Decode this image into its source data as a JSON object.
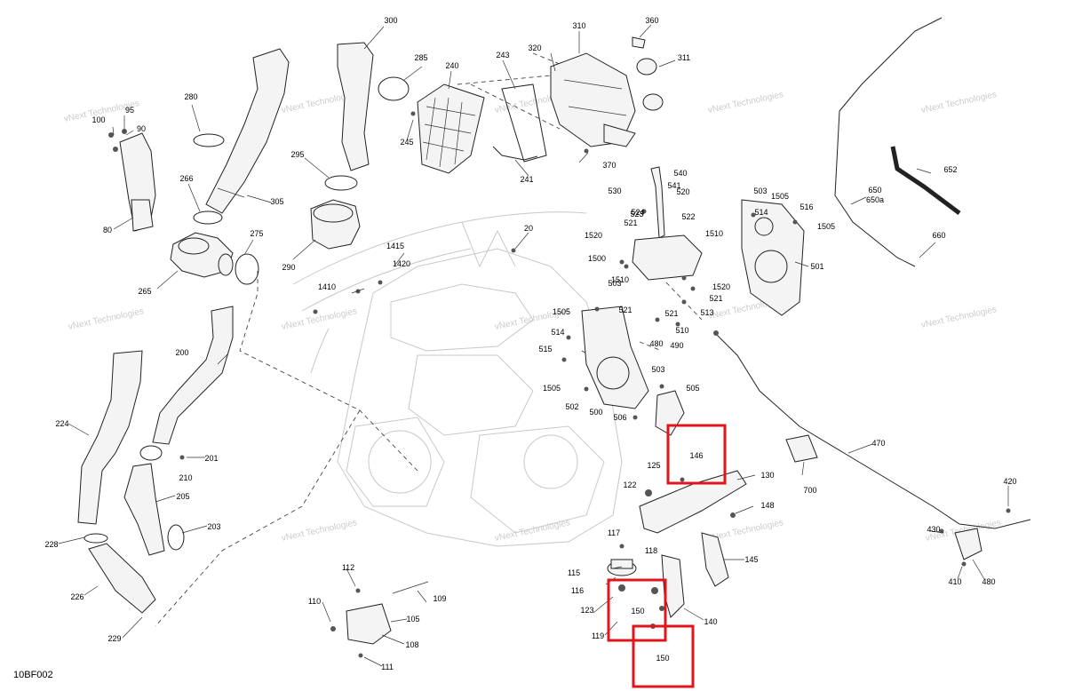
{
  "diagram_code": "10BF002",
  "watermark": "vNext Technologies",
  "highlight_color": "#e0151e",
  "labels": [
    "300",
    "285",
    "240",
    "243",
    "320",
    "310",
    "360",
    "311",
    "280",
    "95",
    "100",
    "90",
    "305",
    "266",
    "275",
    "80",
    "265",
    "295",
    "290",
    "245",
    "241",
    "370",
    "540",
    "541",
    "520",
    "530",
    "524",
    "521",
    "522",
    "523",
    "503",
    "1505",
    "514",
    "516",
    "1505",
    "20",
    "1415",
    "1420",
    "1410",
    "1520",
    "1500",
    "1510",
    "1510",
    "1520",
    "501",
    "650",
    "650a",
    "652",
    "660",
    "503",
    "521",
    "1505",
    "514",
    "515",
    "1505",
    "502",
    "500",
    "521",
    "480",
    "490",
    "513",
    "510",
    "521",
    "503",
    "505",
    "506",
    "200",
    "224",
    "201",
    "210",
    "205",
    "203",
    "228",
    "226",
    "229",
    "146",
    "125",
    "122",
    "130",
    "148",
    "470",
    "700",
    "117",
    "118",
    "115",
    "116",
    "123",
    "119",
    "150",
    "145",
    "140",
    "150",
    "112",
    "110",
    "109",
    "105",
    "108",
    "111",
    "420",
    "430",
    "480",
    "410"
  ]
}
